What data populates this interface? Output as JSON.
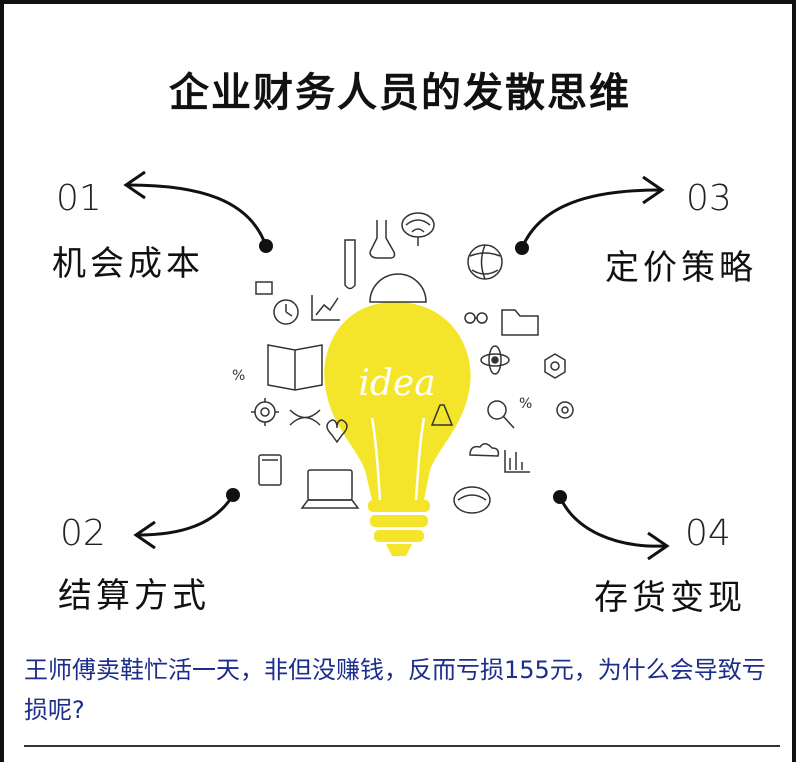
{
  "title": "企业财务人员的发散思维",
  "bulb_text": "idea",
  "items": [
    {
      "num": "01",
      "label": "机会成本"
    },
    {
      "num": "02",
      "label": "结算方式"
    },
    {
      "num": "03",
      "label": "定价策略"
    },
    {
      "num": "04",
      "label": "存货变现"
    }
  ],
  "question": "王师傅卖鞋忙活一天，非但没赚钱，反而亏损155元，为什么会导致亏损呢?",
  "colors": {
    "bulb": "#f5e52a",
    "text": "#111111",
    "question": "#1d2d8c"
  },
  "icons": [
    "brain-icon",
    "globe-icon",
    "book-icon",
    "atom-icon",
    "gear-icon",
    "microscope-icon",
    "laptop-icon",
    "alarm-clock-icon",
    "test-tube-icon",
    "dna-icon",
    "protractor-icon",
    "folder-icon",
    "bar-chart-icon",
    "molecule-icon"
  ]
}
